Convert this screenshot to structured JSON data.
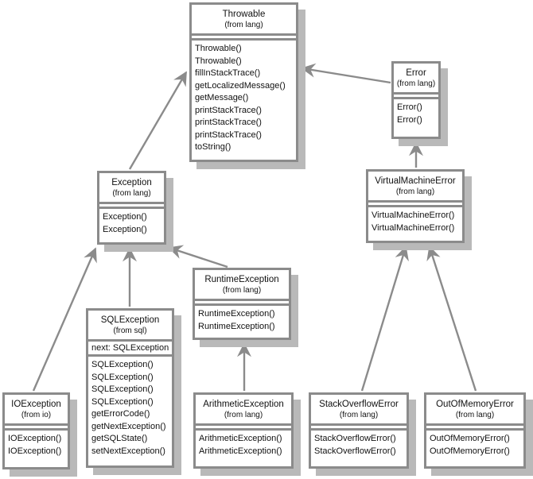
{
  "diagram": {
    "title": "Java Throwable class hierarchy (UML class diagram)",
    "colors": {
      "border": "#8b8b8b",
      "shadow": "#b9b9b9",
      "background": "#ffffff",
      "text": "#111111",
      "connector": "#8b8b8b"
    },
    "classes": {
      "throwable": {
        "name": "Throwable",
        "package": "(from lang)",
        "attributes": [],
        "operations": [
          "Throwable()",
          "Throwable()",
          "fillInStackTrace()",
          "getLocalizedMessage()",
          "getMessage()",
          "printStackTrace()",
          "printStackTrace()",
          "printStackTrace()",
          "toString()"
        ]
      },
      "error": {
        "name": "Error",
        "package": "(from lang)",
        "attributes": [],
        "operations": [
          "Error()",
          "Error()"
        ]
      },
      "exception": {
        "name": "Exception",
        "package": "(from lang)",
        "attributes": [],
        "operations": [
          "Exception()",
          "Exception()"
        ]
      },
      "virtual_machine_error": {
        "name": "VirtualMachineError",
        "package": "(from lang)",
        "attributes": [],
        "operations": [
          "VirtualMachineError()",
          "VirtualMachineError()"
        ]
      },
      "runtime_exception": {
        "name": "RuntimeException",
        "package": "(from lang)",
        "attributes": [],
        "operations": [
          "RuntimeException()",
          "RuntimeException()"
        ]
      },
      "sql_exception": {
        "name": "SQLException",
        "package": "(from sql)",
        "attributes": [
          "next: SQLException"
        ],
        "operations": [
          "SQLException()",
          "SQLException()",
          "SQLException()",
          "SQLException()",
          "getErrorCode()",
          "getNextException()",
          "getSQLState()",
          "setNextException()"
        ]
      },
      "io_exception": {
        "name": "IOException",
        "package": "(from io)",
        "attributes": [],
        "operations": [
          "IOException()",
          "IOException()"
        ]
      },
      "arithmetic_exception": {
        "name": "ArithmeticException",
        "package": "(from lang)",
        "attributes": [],
        "operations": [
          "ArithmeticException()",
          "ArithmeticException()"
        ]
      },
      "stack_overflow_error": {
        "name": "StackOverflowError",
        "package": "(from lang)",
        "attributes": [],
        "operations": [
          "StackOverflowError()",
          "StackOverflowError()"
        ]
      },
      "out_of_memory_error": {
        "name": "OutOfMemoryError",
        "package": "(from lang)",
        "attributes": [],
        "operations": [
          "OutOfMemoryError()",
          "OutOfMemoryError()"
        ]
      }
    },
    "relationships": [
      {
        "type": "generalization",
        "from": "Exception",
        "to": "Throwable"
      },
      {
        "type": "generalization",
        "from": "Error",
        "to": "Throwable"
      },
      {
        "type": "generalization",
        "from": "VirtualMachineError",
        "to": "Error"
      },
      {
        "type": "generalization",
        "from": "IOException",
        "to": "Exception"
      },
      {
        "type": "generalization",
        "from": "SQLException",
        "to": "Exception"
      },
      {
        "type": "generalization",
        "from": "RuntimeException",
        "to": "Exception"
      },
      {
        "type": "generalization",
        "from": "ArithmeticException",
        "to": "RuntimeException"
      },
      {
        "type": "generalization",
        "from": "StackOverflowError",
        "to": "VirtualMachineError"
      },
      {
        "type": "generalization",
        "from": "OutOfMemoryError",
        "to": "VirtualMachineError"
      }
    ]
  }
}
